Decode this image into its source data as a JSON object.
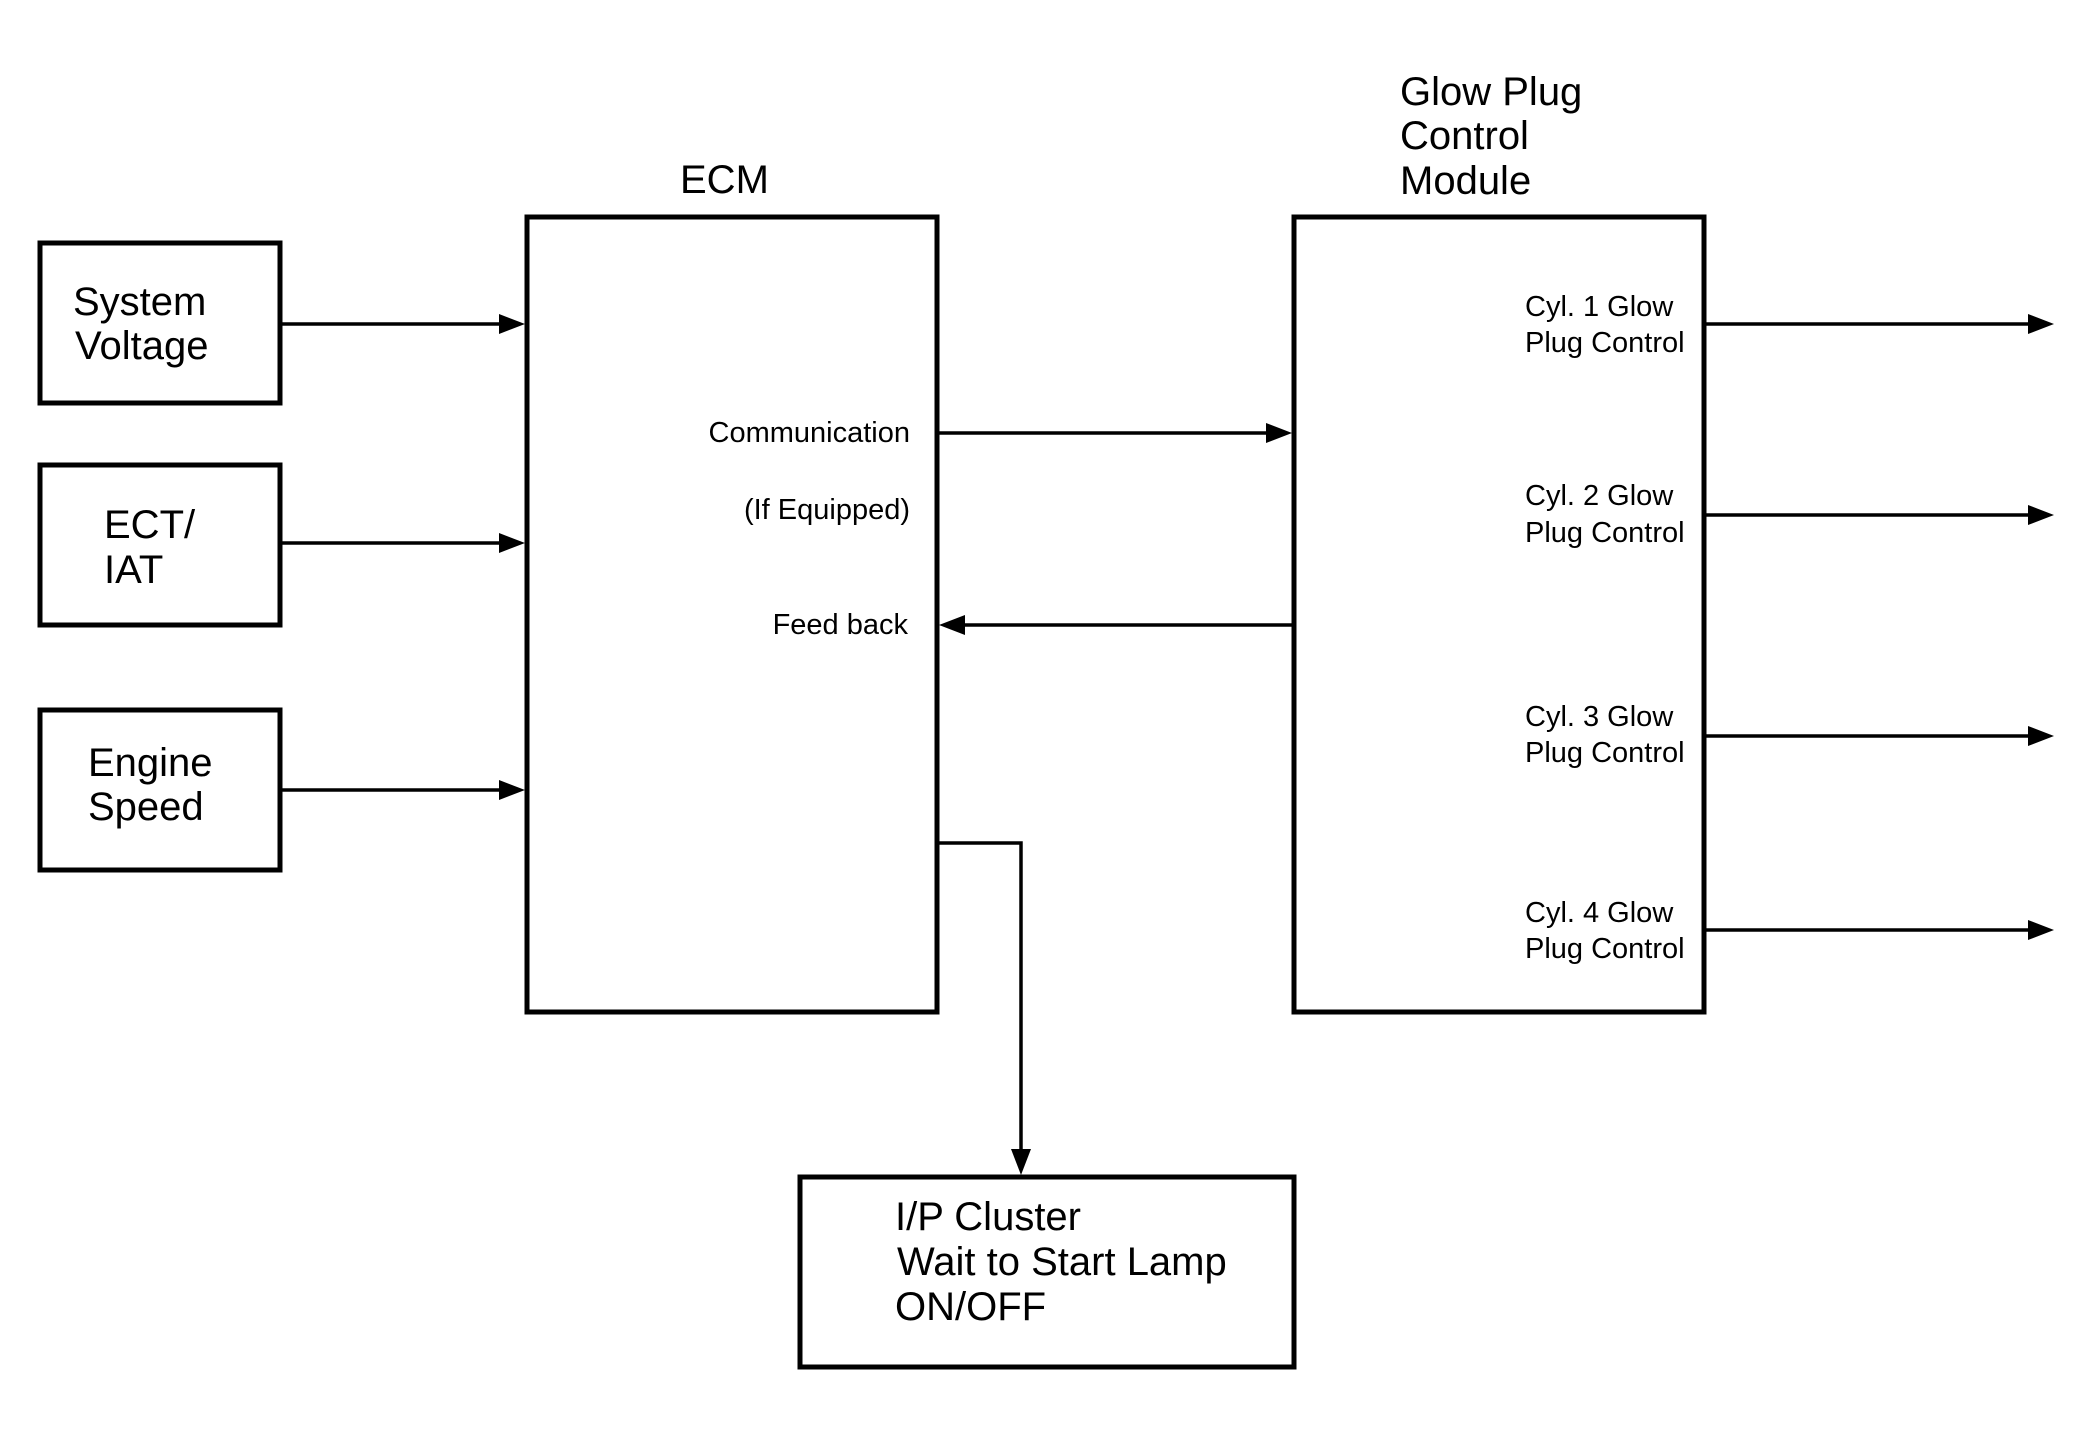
{
  "colors": {
    "stroke": "#000000",
    "background": "#ffffff"
  },
  "inputs": {
    "system_voltage": [
      "System",
      "Voltage"
    ],
    "ect_iat": [
      "ECT/",
      "IAT"
    ],
    "engine_speed": [
      "Engine",
      "Speed"
    ]
  },
  "ecm": {
    "title": "ECM",
    "communication_label": "Communication",
    "if_equipped_label": "(If Equipped)",
    "feedback_label": "Feed back"
  },
  "gpcm": {
    "title": [
      "Glow Plug",
      "Control",
      "Module"
    ],
    "outputs": [
      [
        "Cyl. 1 Glow",
        "Plug Control"
      ],
      [
        "Cyl. 2 Glow",
        "Plug Control"
      ],
      [
        "Cyl. 3 Glow",
        "Plug Control"
      ],
      [
        "Cyl. 4 Glow",
        "Plug Control"
      ]
    ]
  },
  "ip_cluster": {
    "lines": [
      "I/P Cluster",
      "Wait to Start Lamp",
      "ON/OFF"
    ]
  }
}
